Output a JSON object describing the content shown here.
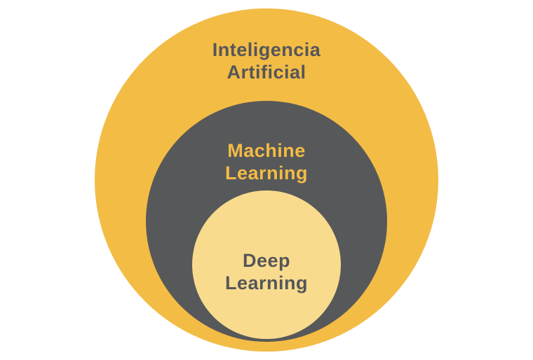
{
  "diagram": {
    "type": "nested-circles",
    "background": "#ffffff",
    "layers": [
      {
        "id": "inteligencia-artificial",
        "label_line1": "Inteligencia",
        "label_line2": "Artificial",
        "fill": "#F3BC45",
        "text_color": "#55565A"
      },
      {
        "id": "machine-learning",
        "label_line1": "Machine",
        "label_line2": "Learning",
        "fill": "#57585A",
        "text_color": "#F3BC45"
      },
      {
        "id": "deep-learning",
        "label_line1": "Deep",
        "label_line2": "Learning",
        "fill": "#F8DB8D",
        "text_color": "#55565A"
      }
    ]
  }
}
